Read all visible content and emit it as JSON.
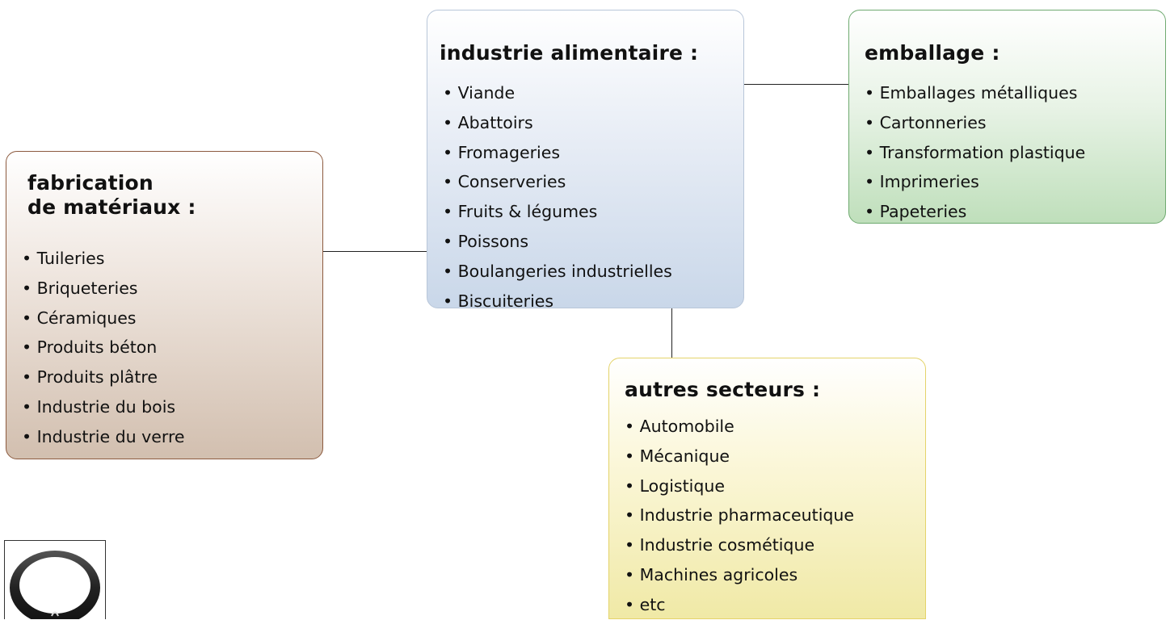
{
  "boxes": {
    "food": {
      "title": "industrie alimentaire :",
      "items": [
        "Viande",
        "Abattoirs",
        "Fromageries",
        "Conserveries",
        "Fruits & légumes",
        "Poissons",
        "Boulangeries industrielles",
        "Biscuiteries"
      ],
      "color": "#c9d7e9"
    },
    "packaging": {
      "title": "emballage :",
      "items": [
        "Emballages métalliques",
        "Cartonneries",
        "Transformation plastique",
        "Imprimeries",
        "Papeteries"
      ],
      "color": "#bfdfbb"
    },
    "materials": {
      "title": "fabrication\nde matériaux :",
      "items": [
        "Tuileries",
        "Briqueteries",
        "Céramiques",
        "Produits béton",
        "Produits plâtre",
        "Industrie du bois",
        "Industrie du verre"
      ],
      "color": "#d2bfaf"
    },
    "other": {
      "title": "autres secteurs :",
      "items": [
        "Automobile",
        "Mécanique",
        "Logistique",
        "Industrie pharmaceutique",
        "Industrie cosmétique",
        "Machines agricoles",
        "etc"
      ],
      "color": "#f0e9a6"
    }
  },
  "logo": {
    "icon": "ring-logo-icon"
  }
}
